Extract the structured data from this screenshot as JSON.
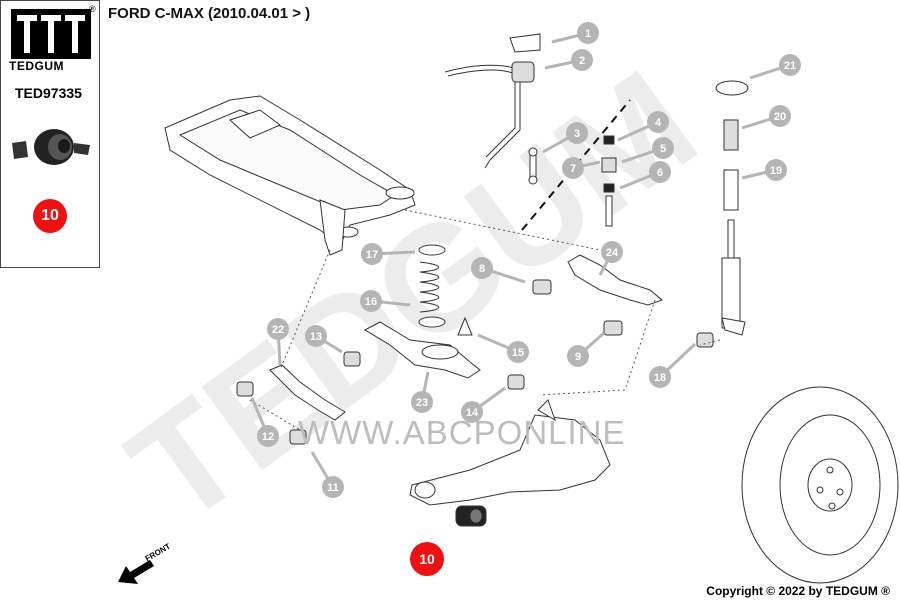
{
  "header": {
    "title": "FORD C-MAX (2010.04.01 > )"
  },
  "sidebar": {
    "logo_text": "TEDGUM",
    "registered_mark": "®",
    "part_number": "TED97335",
    "badge_number": "10"
  },
  "watermark": {
    "url_text": "WWW.ABCPONLINE",
    "brand_text": "TEDGUM"
  },
  "front_label": "FRONT",
  "highlight_badge": "10",
  "callouts": [
    "1",
    "2",
    "3",
    "4",
    "5",
    "6",
    "7",
    "8",
    "9",
    "11",
    "12",
    "13",
    "14",
    "15",
    "16",
    "17",
    "18",
    "19",
    "20",
    "21",
    "22",
    "23",
    "24"
  ],
  "footer": {
    "copyright": "Copyright © 2022 by TEDGUM ®"
  },
  "colors": {
    "callout_gray": "#b5b5b5",
    "badge_red": "#ee1111",
    "line": "#333333"
  }
}
